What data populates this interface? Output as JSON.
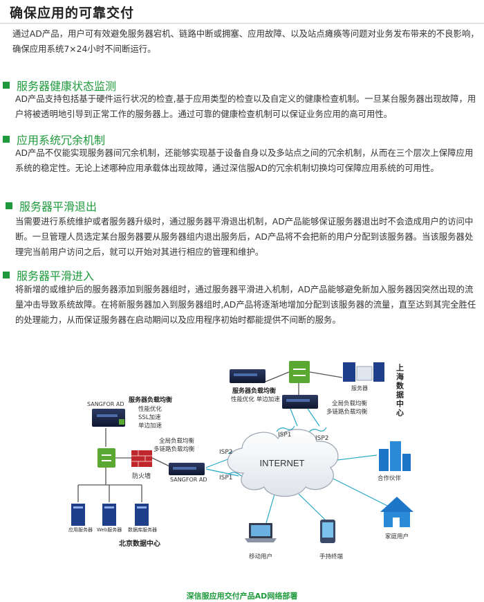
{
  "page": {
    "title": "确保应用的可靠交付",
    "intro": "通过AD产品，用户可有效避免服务器宕机、链路中断或拥塞、应用故障、以及站点瘫痪等问题对业务发布带来的不良影响，确保应用系统7×24小时不间断运行。"
  },
  "sections": [
    {
      "heading": "服务器健康状态监测",
      "body": "AD产品支持包括基于硬件运行状况的检查,基于应用类型的检查以及自定义的健康检查机制。一旦某台服务器出现故障，用户将被透明地引导到正常工作的服务器上。通过可靠的健康检查机制可以保证业务应用的高可用性。"
    },
    {
      "heading": "应用系统冗余机制",
      "body": "AD产品不仅能实现服务器间冗余机制，还能够实现基于设备自身以及多站点之间的冗余机制，从而在三个层次上保障应用系统的稳定性。无论上述哪种应用承载体出现故障，通过深信服AD的冗余机制切换均可保障应用系统的可用性。"
    },
    {
      "heading": "服务器平滑退出",
      "body": "当需要进行系统维护或者服务器升级时，通过服务器平滑退出机制，AD产品能够保证服务器退出时不会造成用户的访问中断。一旦管理人员选定某台服务器要从服务器组内退出服务后，AD产品将不会把新的用户分配到该服务器。当该服务器处理完当前用户访问之后，就可以开始对其进行相应的管理和维护。"
    },
    {
      "heading": "服务器平滑进入",
      "body": "将新增的或维护后的服务器添加到服务器组时，通过服务器平滑进入机制，AD产品能够避免新加入服务器因突然出现的流量冲击导致系统故障。在将新服务器加入到服务器组时,AD产品将逐渐地增加分配到该服务器的流量，直至达到其完全胜任的处理能力，从而保证服务器在启动期间以及应用程序初始时都能提供不间断的服务。"
    }
  ],
  "diagram": {
    "shanghai_center": "上海数据中心",
    "beijing_center": "北京数据中心",
    "internet": "INTERNET",
    "isp1": "ISP1",
    "isp2": "ISP2",
    "sangfor_ad": "SANGFOR AD",
    "lb_title": "服务器负载均衡",
    "bj_lb_features": [
      "性能优化",
      "SSL加速",
      "单边加速"
    ],
    "sh_lb_features": "性能优化 单边加速",
    "gslb": [
      "全局负载均衡",
      "多链路负载均衡"
    ],
    "firewall": "防火墙",
    "servers": "服务器",
    "app_server": "应用服务器",
    "web_server": "Web服务器",
    "db_server": "数据库服务器",
    "partner": "合作伙伴",
    "home_user": "家庭用户",
    "mobile_user": "移动用户",
    "handheld": "手持终端",
    "caption": "深信服应用交付产品AD网络部署",
    "colors": {
      "accent": "#1e9a3c",
      "device": "#1e2a4a",
      "switch": "#5aa832",
      "firewall": "#c0272d",
      "link": "#23a8c6"
    }
  }
}
